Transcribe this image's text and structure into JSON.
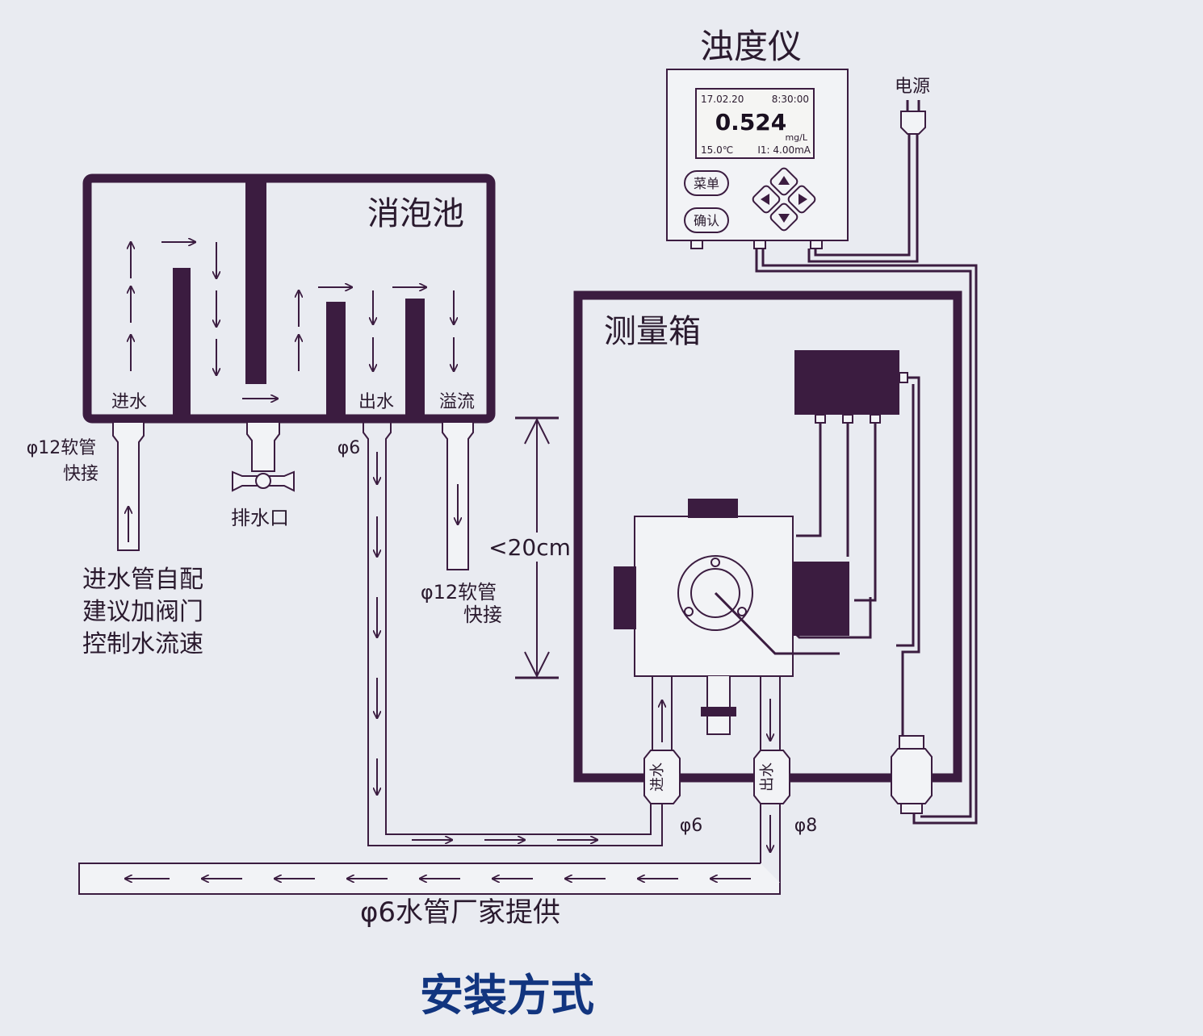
{
  "tank": {
    "title": "消泡池",
    "inlet_label": "进水",
    "outlet_label": "出水",
    "overflow_label": "溢流"
  },
  "inlet": {
    "pipe_label_1": "φ12软管",
    "pipe_label_2": "快接",
    "note_lines": [
      "进水管自配",
      "建议加阀门",
      "控制水流速"
    ]
  },
  "drain": {
    "label": "排水口"
  },
  "outlet_pipe": {
    "label": "φ6"
  },
  "overflow_pipe": {
    "label_1": "φ12软管",
    "label_2": "快接"
  },
  "dimension": {
    "label": "<20cm"
  },
  "meter": {
    "title": "浊度仪",
    "date": "17.02.20",
    "time": "8:30:00",
    "value": "0.524",
    "unit": "mg/L",
    "temp": "15.0℃",
    "current": "I1: 4.00mA",
    "menu_button": "菜单",
    "ok_button": "确认"
  },
  "power": {
    "label": "电源"
  },
  "box": {
    "title": "测量箱",
    "inlet_label": "进水",
    "outlet_label": "出水",
    "inlet_size": "φ6",
    "outlet_size": "φ8"
  },
  "bottom_pipe": {
    "label": "φ6水管厂家提供"
  },
  "caption": "安装方式",
  "colors": {
    "line": "#3b1c40",
    "text": "#2a1a2e",
    "caption": "#12357f",
    "screen": "#f5f5f3",
    "panel": "#f2f3f6"
  }
}
